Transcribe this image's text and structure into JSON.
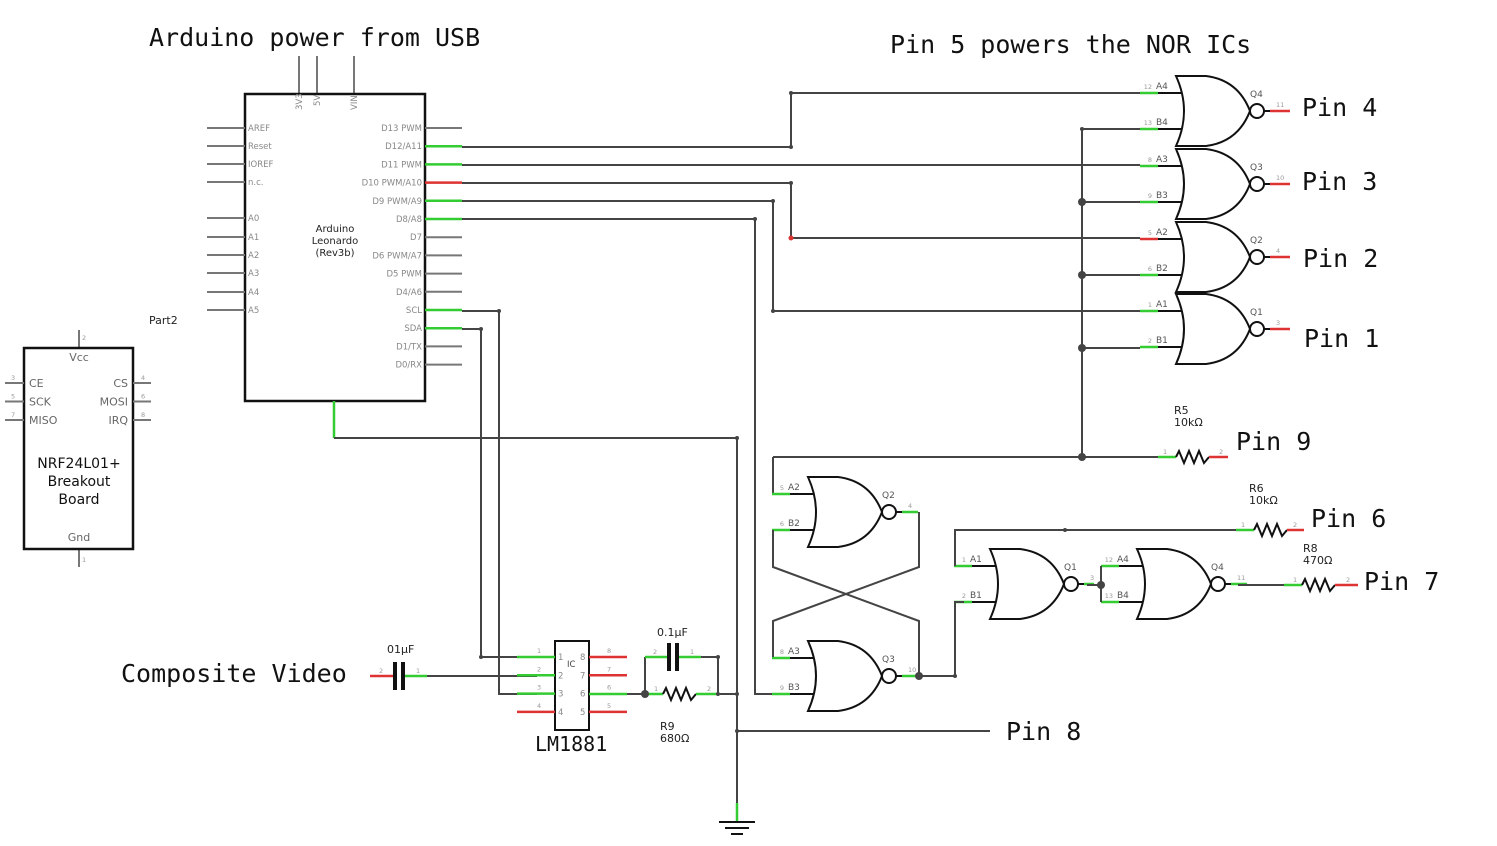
{
  "annotations": {
    "arduino_power": "Arduino power from USB",
    "nor_power": "Pin 5 powers the NOR ICs",
    "composite_video": "Composite Video",
    "pin4": "Pin 4",
    "pin3": "Pin 3",
    "pin2": "Pin 2",
    "pin1": "Pin 1",
    "pin9": "Pin 9",
    "pin6": "Pin 6",
    "pin7": "Pin 7",
    "pin8": "Pin 8",
    "part2": "Part2"
  },
  "arduino": {
    "name_line1": "Arduino",
    "name_line2": "Leonardo",
    "name_line3": "(Rev3b)",
    "top_pins": [
      "3V3",
      "5V",
      "VIN"
    ],
    "left_pins": [
      "AREF",
      "Reset",
      "IOREF",
      "n.c.",
      "A0",
      "A1",
      "A2",
      "A3",
      "A4",
      "A5"
    ],
    "right_pins": [
      "D13 PWM",
      "D12/A11",
      "D11 PWM",
      "D10 PWM/A10",
      "D9 PWM/A9",
      "D8/A8",
      "D7",
      "D6 PWM/A7",
      "D5 PWM",
      "D4/A6",
      "SCL",
      "SDA",
      "D1/TX",
      "D0/RX"
    ]
  },
  "nrf": {
    "name_line1": "NRF24L01+",
    "name_line2": "Breakout",
    "name_line3": "Board",
    "vcc": "Vcc",
    "vcc_num": "2",
    "gnd": "Gnd",
    "gnd_num": "1",
    "left": [
      {
        "label": "CE",
        "num": "3"
      },
      {
        "label": "SCK",
        "num": "5"
      },
      {
        "label": "MISO",
        "num": "7"
      }
    ],
    "right": [
      {
        "label": "CS",
        "num": "4"
      },
      {
        "label": "MOSI",
        "num": "6"
      },
      {
        "label": "IRQ",
        "num": "8"
      }
    ]
  },
  "nor_gates_top": [
    {
      "a": "A4",
      "b": "B4",
      "q": "Q4",
      "an": "12",
      "bn": "13",
      "qn": "11"
    },
    {
      "a": "A3",
      "b": "B3",
      "q": "Q3",
      "an": "8",
      "bn": "9",
      "qn": "10"
    },
    {
      "a": "A2",
      "b": "B2",
      "q": "Q2",
      "an": "5",
      "bn": "6",
      "qn": "4"
    },
    {
      "a": "A1",
      "b": "B1",
      "q": "Q1",
      "an": "1",
      "bn": "2",
      "qn": "3"
    }
  ],
  "nor_gates_bottom": [
    {
      "a": "A2",
      "b": "B2",
      "q": "Q2",
      "an": "5",
      "bn": "6",
      "qn": "4"
    },
    {
      "a": "A3",
      "b": "B3",
      "q": "Q3",
      "an": "8",
      "bn": "9",
      "qn": "10"
    },
    {
      "a": "A1",
      "b": "B1",
      "q": "Q1",
      "an": "1",
      "bn": "2",
      "qn": "3"
    },
    {
      "a": "A4",
      "b": "B4",
      "q": "Q4",
      "an": "12",
      "bn": "13",
      "qn": "11"
    }
  ],
  "resistors": {
    "r5": {
      "name": "R5",
      "value": "10kΩ"
    },
    "r6": {
      "name": "R6",
      "value": "10kΩ"
    },
    "r8": {
      "name": "R8",
      "value": "470Ω"
    },
    "r9": {
      "name": "R9",
      "value": "680Ω"
    }
  },
  "capacitors": {
    "c_in": {
      "value": "01µF"
    },
    "c_sync": {
      "value": "0.1µF"
    }
  },
  "lm1881": {
    "name": "LM1881",
    "inner": "IC",
    "left_pins": [
      "1",
      "2",
      "3",
      "4"
    ],
    "right_pins": [
      "8",
      "7",
      "6",
      "5"
    ]
  },
  "pin_numbers": {
    "one": "1",
    "two": "2"
  },
  "colors": {
    "connected": "#33cc33",
    "unconnected": "#dd3333",
    "wire": "#444444"
  }
}
